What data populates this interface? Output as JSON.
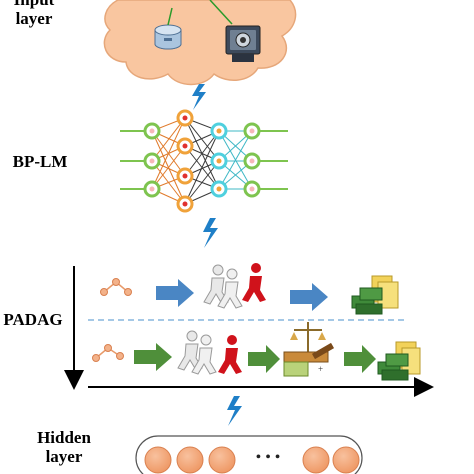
{
  "labels": {
    "input_layer_line1": "Input",
    "input_layer_line2": "layer",
    "bp_lm": "BP-LM",
    "padag": "PADAG",
    "hidden_layer_line1": "Hidden",
    "hidden_layer_line2": "layer"
  },
  "hidden_layer": {
    "ellipsis": "• • •"
  },
  "colors": {
    "cloud_fill": "#f9c6a0",
    "cloud_stroke": "#e6a77a",
    "lightning": "#1f7fc7",
    "node_green": "#7ec44f",
    "node_orange": "#f0a23a",
    "node_cyan": "#4fd0de",
    "blue_arrow": "#4a86c4",
    "green_arrow": "#4f8f3a",
    "dashed_line": "#6ea7d8",
    "hidden_node": "#f2a77a"
  },
  "icons": [
    "database-icon",
    "camera-icon",
    "neural-network-icon",
    "runners-icon",
    "scales-gavel-icon",
    "money-documents-icon",
    "graph-icon"
  ]
}
